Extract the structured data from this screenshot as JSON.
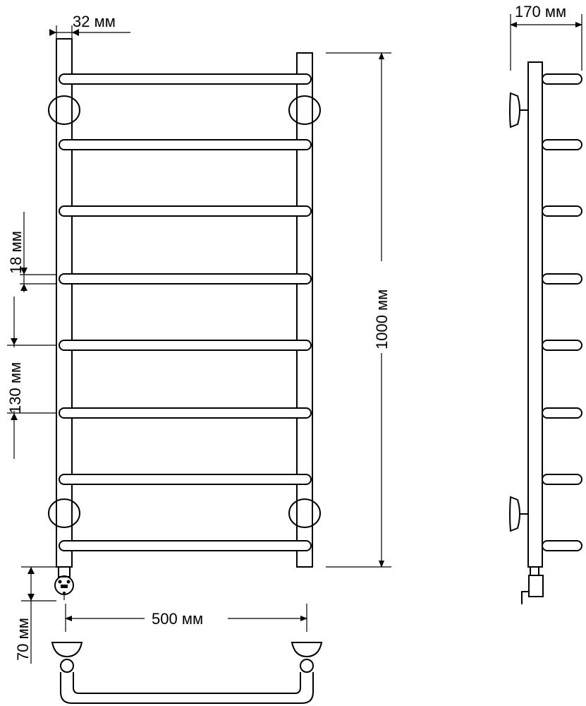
{
  "title": "",
  "dimensions": {
    "pipe_diameter": "32 мм",
    "rung_diameter": "18 мм",
    "rung_spacing": "130 мм",
    "height": "1000 мм",
    "width": "500 мм",
    "depth": "170 мм",
    "connector_offset": "70 мм"
  },
  "views": [
    "front-view",
    "side-view",
    "top-view"
  ],
  "icons": {
    "heating-element": "heating-element-icon",
    "mount-bracket": "wall-mount-bracket-icon"
  },
  "colors": {
    "line": "#000000",
    "background": "#ffffff"
  }
}
